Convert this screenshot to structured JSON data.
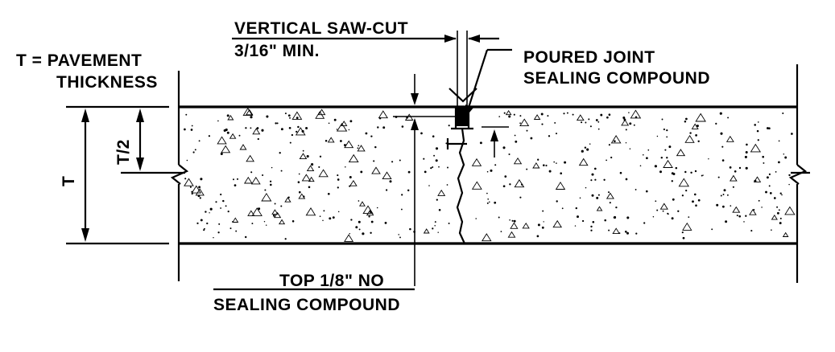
{
  "labels": {
    "pavement_thickness_line1": "T = PAVEMENT",
    "pavement_thickness_line2": "THICKNESS",
    "saw_cut_line1": "VERTICAL SAW-CUT",
    "saw_cut_line2": "3/16\" MIN.",
    "poured_joint_line1": "POURED JOINT",
    "poured_joint_line2": "SEALING COMPOUND",
    "top_note_line1": "TOP 1/8\" NO",
    "top_note_line2": "SEALING COMPOUND",
    "dim_half_thickness": "T/2",
    "dim_thickness": "T"
  }
}
